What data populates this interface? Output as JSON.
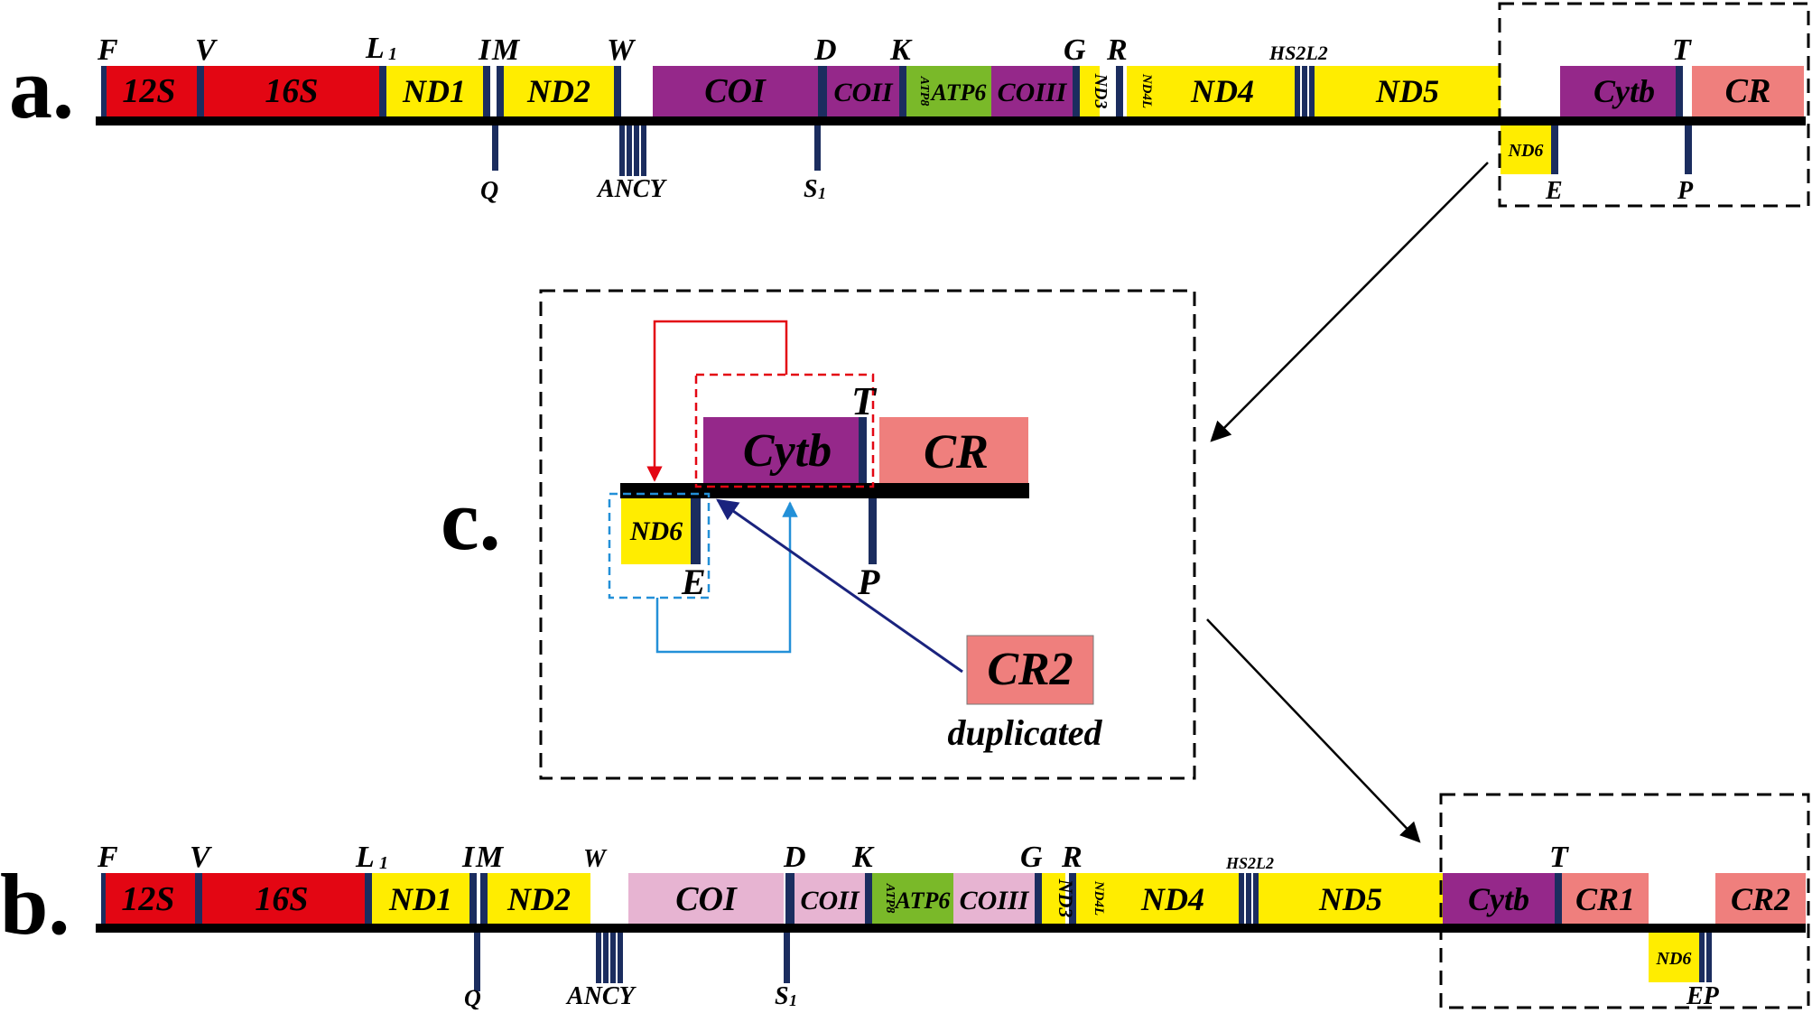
{
  "colors": {
    "red": "#e30613",
    "yellow": "#ffed00",
    "purple": "#95288a",
    "pink": "#ef7f7d",
    "light_pink": "#e7b4d2",
    "green": "#7ab929",
    "trna": "#1b2d5f",
    "backbone": "#000000",
    "arrow_red": "#e30613",
    "arrow_blue": "#2390d8",
    "arrow_navy": "#1a237e"
  },
  "panel_labels": {
    "a": "a.",
    "b": "b.",
    "c": "c."
  },
  "panel_a": {
    "genes": [
      {
        "label": "12S",
        "color": "red"
      },
      {
        "label": "16S",
        "color": "red"
      },
      {
        "label": "ND1",
        "color": "yellow"
      },
      {
        "label": "ND2",
        "color": "yellow"
      },
      {
        "label": "COI",
        "color": "purple"
      },
      {
        "label": "COII",
        "color": "purple"
      },
      {
        "label": "ATP8",
        "color": "green"
      },
      {
        "label": "ATP6",
        "color": "green"
      },
      {
        "label": "COIII",
        "color": "purple"
      },
      {
        "label": "ND3",
        "color": "yellow"
      },
      {
        "label": "ND4L",
        "color": "yellow"
      },
      {
        "label": "ND4",
        "color": "yellow"
      },
      {
        "label": "ND5",
        "color": "yellow"
      },
      {
        "label": "ND6",
        "color": "yellow"
      },
      {
        "label": "Cytb",
        "color": "purple"
      },
      {
        "label": "CR",
        "color": "pink"
      }
    ],
    "trna_top": [
      "F",
      "V",
      "L",
      "I",
      "M",
      "W",
      "D",
      "K",
      "G",
      "R",
      "HS2L2",
      "T"
    ],
    "trna_bottom": [
      "Q",
      "ANCY",
      "S",
      "E",
      "P"
    ],
    "subscript": "1"
  },
  "panel_b": {
    "genes": [
      {
        "label": "12S",
        "color": "red"
      },
      {
        "label": "16S",
        "color": "red"
      },
      {
        "label": "ND1",
        "color": "yellow"
      },
      {
        "label": "ND2",
        "color": "yellow"
      },
      {
        "label": "COI",
        "color": "light_pink"
      },
      {
        "label": "COII",
        "color": "light_pink"
      },
      {
        "label": "ATP8",
        "color": "green"
      },
      {
        "label": "ATP6",
        "color": "green"
      },
      {
        "label": "COIII",
        "color": "light_pink"
      },
      {
        "label": "ND3",
        "color": "yellow"
      },
      {
        "label": "ND4L",
        "color": "yellow"
      },
      {
        "label": "ND4",
        "color": "yellow"
      },
      {
        "label": "ND5",
        "color": "yellow"
      },
      {
        "label": "Cytb",
        "color": "purple"
      },
      {
        "label": "CR1",
        "color": "pink"
      },
      {
        "label": "ND6",
        "color": "yellow"
      },
      {
        "label": "CR2",
        "color": "pink"
      }
    ],
    "trna_top": [
      "F",
      "V",
      "L",
      "I",
      "M",
      "W",
      "D",
      "K",
      "G",
      "R",
      "HS2L2",
      "T"
    ],
    "trna_bottom": [
      "Q",
      "ANCY",
      "S",
      "EP"
    ],
    "subscript": "1"
  },
  "panel_c": {
    "genes": [
      {
        "label": "Cytb",
        "color": "purple"
      },
      {
        "label": "CR",
        "color": "pink"
      },
      {
        "label": "ND6",
        "color": "yellow"
      },
      {
        "label": "CR2",
        "color": "pink"
      }
    ],
    "trna_labels": [
      "T",
      "E",
      "P"
    ],
    "caption": "duplicated"
  }
}
